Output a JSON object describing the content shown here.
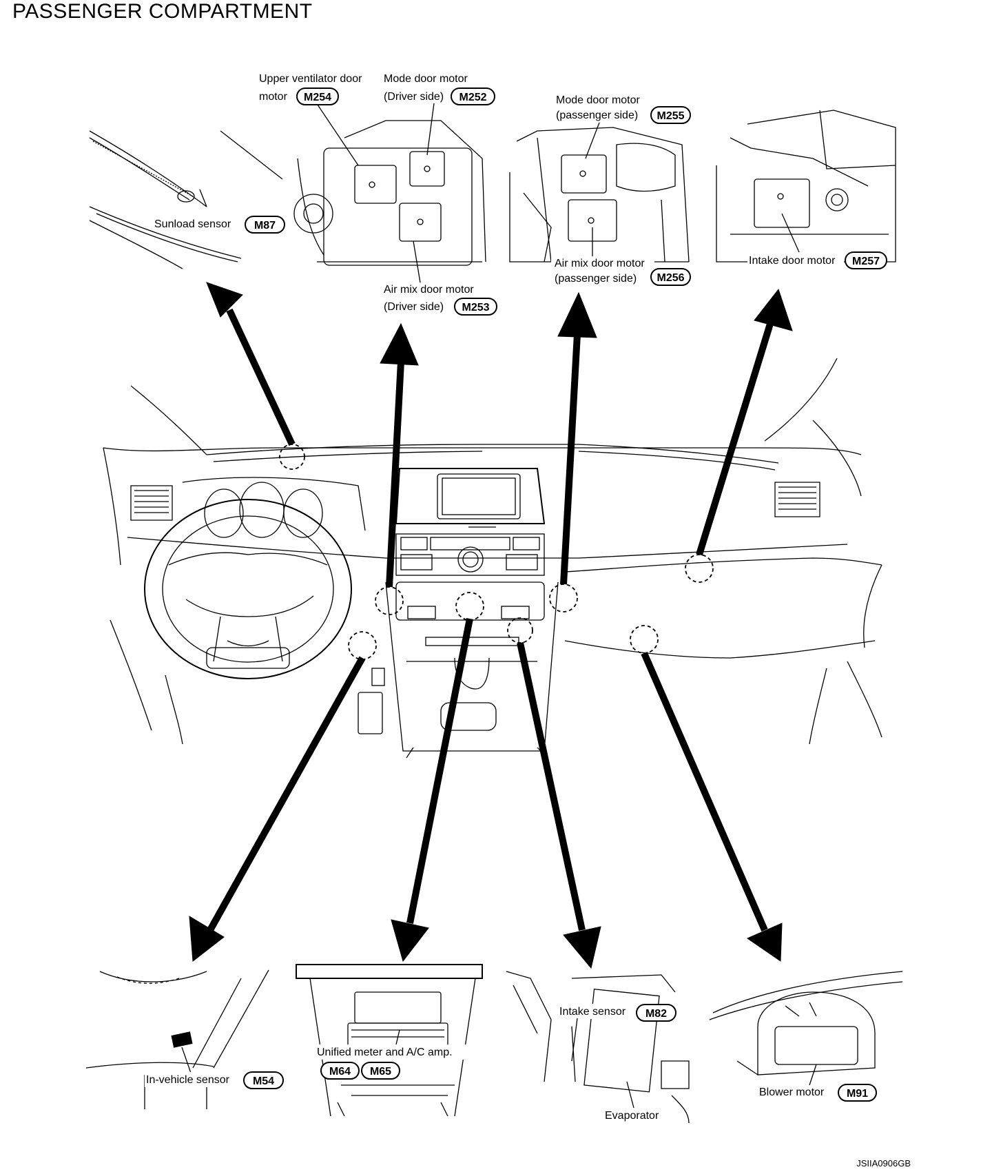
{
  "title": "PASSENGER COMPARTMENT",
  "doc_id": "JSIIA0906GB",
  "components": {
    "sunload_sensor": {
      "label": "Sunload sensor",
      "code": "M87"
    },
    "upper_vent_motor": {
      "label_line1": "Upper ventilator door",
      "label_line2": "motor",
      "code": "M254"
    },
    "mode_motor_driver": {
      "label_line1": "Mode door motor",
      "label_line2": "(Driver side)",
      "code": "M252"
    },
    "air_mix_driver": {
      "label_line1": "Air mix door motor",
      "label_line2": "(Driver side)",
      "code": "M253"
    },
    "mode_motor_passenger": {
      "label_line1": "Mode door motor",
      "label_line2": "(passenger side)",
      "code": "M255"
    },
    "air_mix_passenger": {
      "label_line1": "Air mix door motor",
      "label_line2": "(passenger side)",
      "code": "M256"
    },
    "intake_door_motor": {
      "label": "Intake door motor",
      "code": "M257"
    },
    "in_vehicle_sensor": {
      "label": "In-vehicle sensor",
      "code": "M54"
    },
    "unified_meter": {
      "label": "Unified meter and A/C amp.",
      "code1": "M64",
      "code2": "M65"
    },
    "intake_sensor": {
      "label": "Intake sensor",
      "code": "M82"
    },
    "evaporator": {
      "label": "Evaporator"
    },
    "blower_motor": {
      "label": "Blower motor",
      "code": "M91"
    }
  }
}
